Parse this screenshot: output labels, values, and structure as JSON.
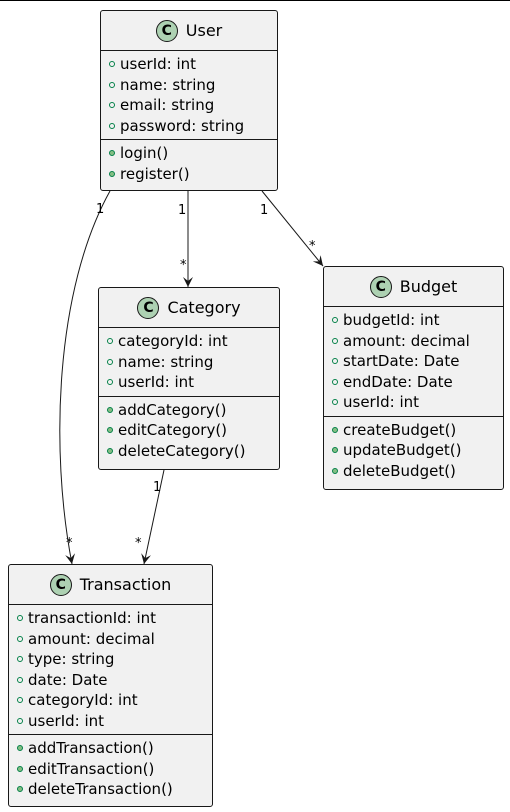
{
  "classes": {
    "user": {
      "stereotype": "C",
      "name": "User",
      "attributes": [
        "userId: int",
        "name: string",
        "email: string",
        "password: string"
      ],
      "methods": [
        "login()",
        "register()"
      ]
    },
    "category": {
      "stereotype": "C",
      "name": "Category",
      "attributes": [
        "categoryId: int",
        "name: string",
        "userId: int"
      ],
      "methods": [
        "addCategory()",
        "editCategory()",
        "deleteCategory()"
      ]
    },
    "budget": {
      "stereotype": "C",
      "name": "Budget",
      "attributes": [
        "budgetId: int",
        "amount: decimal",
        "startDate: Date",
        "endDate: Date",
        "userId: int"
      ],
      "methods": [
        "createBudget()",
        "updateBudget()",
        "deleteBudget()"
      ]
    },
    "transaction": {
      "stereotype": "C",
      "name": "Transaction",
      "attributes": [
        "transactionId: int",
        "amount: decimal",
        "type: string",
        "date: Date",
        "categoryId: int",
        "userId: int"
      ],
      "methods": [
        "addTransaction()",
        "editTransaction()",
        "deleteTransaction()"
      ]
    }
  },
  "associations": [
    {
      "from": "User",
      "to": "Transaction",
      "from_mult": "1",
      "to_mult": "*"
    },
    {
      "from": "User",
      "to": "Category",
      "from_mult": "1",
      "to_mult": "*"
    },
    {
      "from": "User",
      "to": "Budget",
      "from_mult": "1",
      "to_mult": "*"
    },
    {
      "from": "Category",
      "to": "Transaction",
      "from_mult": "1",
      "to_mult": "*"
    }
  ],
  "colors": {
    "class_fill": "#f1f1f1",
    "border": "#181818",
    "badge_fill": "#add1b2",
    "member_icon": "#038048",
    "method_fill": "#84be84"
  }
}
